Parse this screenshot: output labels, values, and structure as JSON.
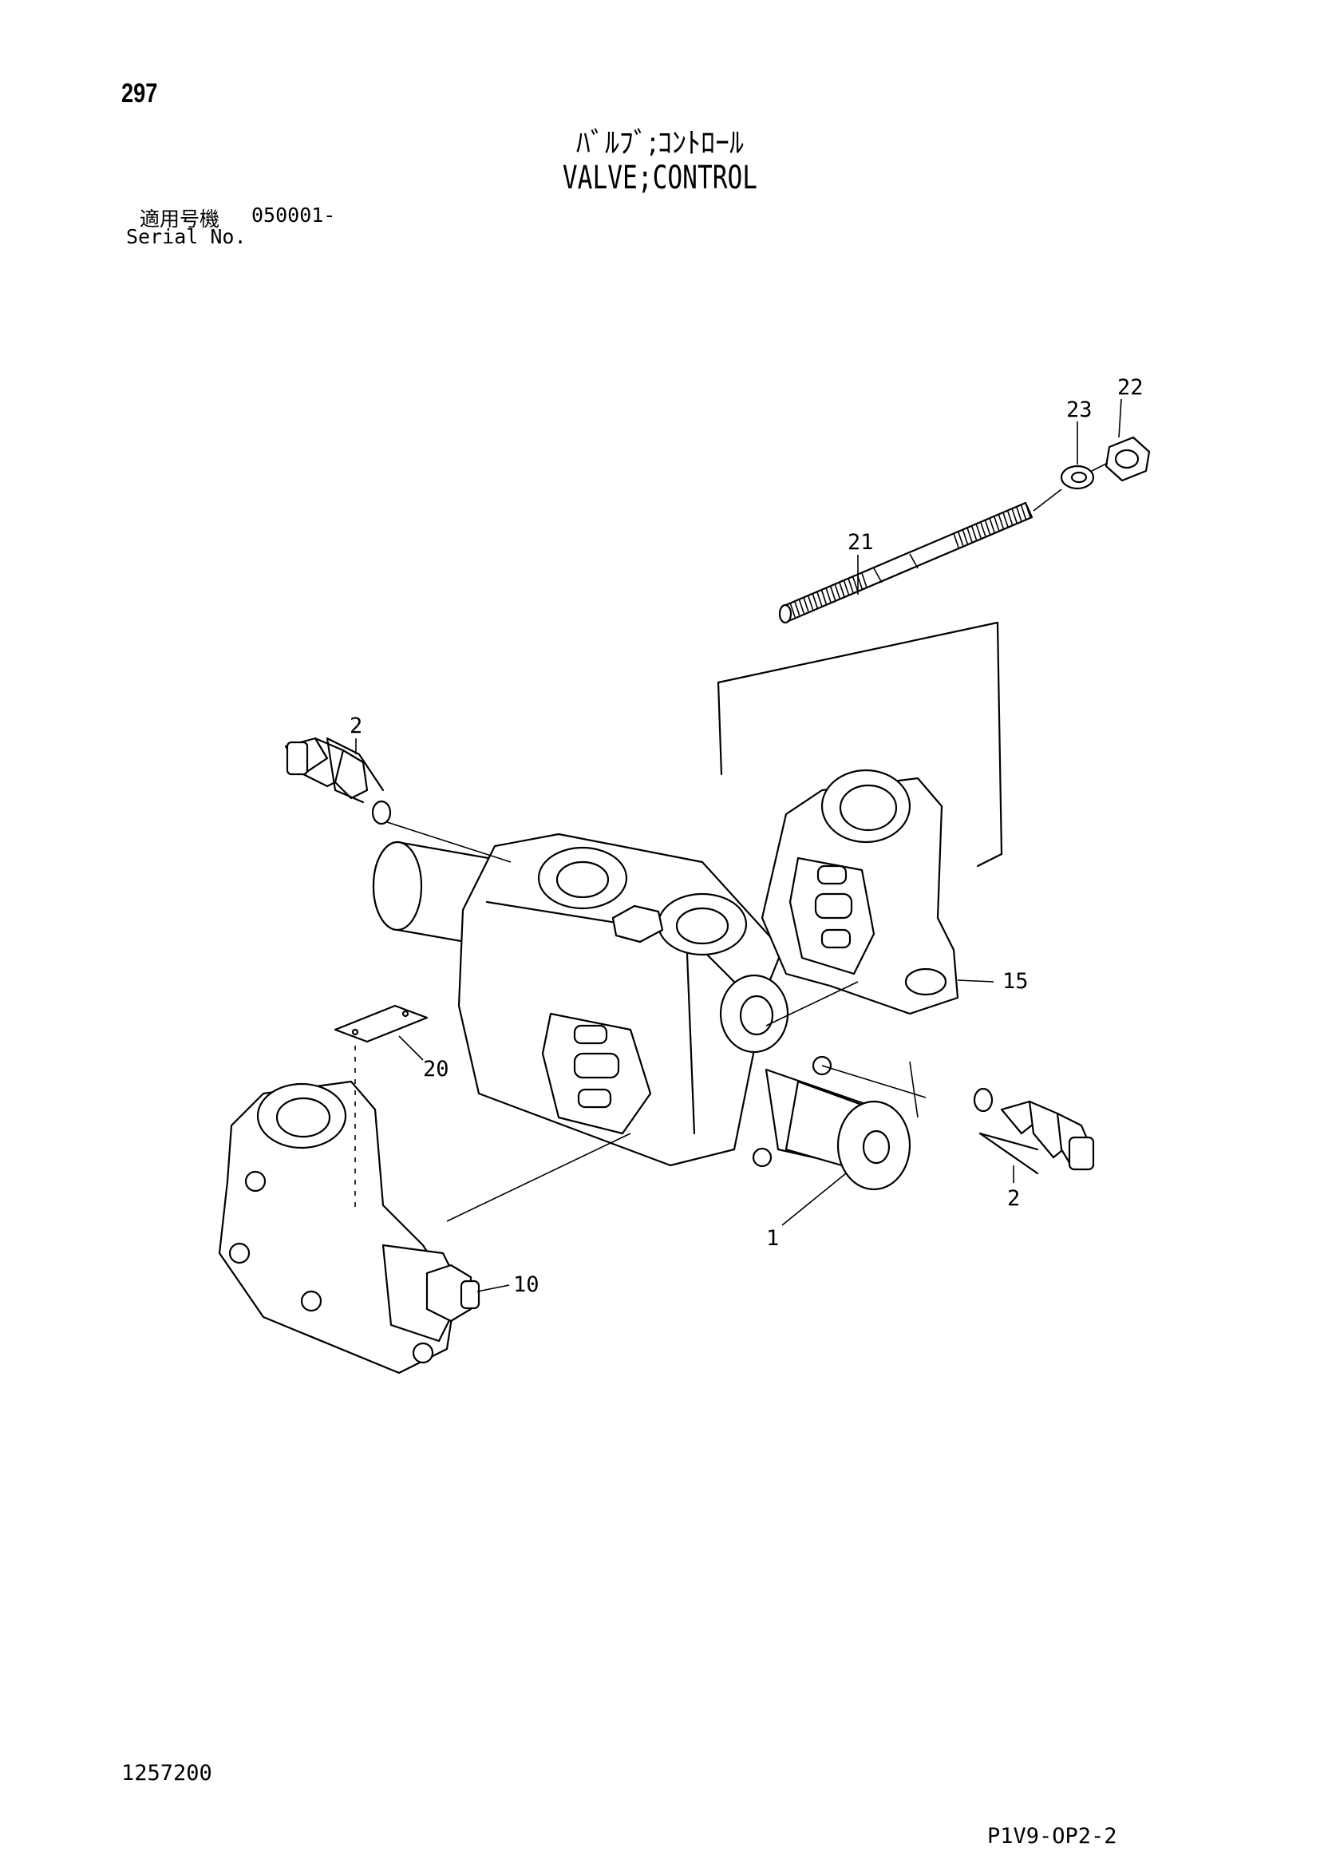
{
  "header": {
    "page_number": "297",
    "title_jp": "ﾊﾞﾙﾌﾞ;ｺﾝﾄﾛｰﾙ",
    "title_en": "VALVE;CONTROL",
    "serial_label_jp": "適用号機",
    "serial_value": "050001-",
    "serial_label_en": "Serial No."
  },
  "callouts": [
    {
      "id": "c22",
      "label": "22"
    },
    {
      "id": "c23",
      "label": "23"
    },
    {
      "id": "c21",
      "label": "21"
    },
    {
      "id": "c2a",
      "label": "2"
    },
    {
      "id": "c15",
      "label": "15"
    },
    {
      "id": "c20",
      "label": "20"
    },
    {
      "id": "c2b",
      "label": "2"
    },
    {
      "id": "c1",
      "label": "1"
    },
    {
      "id": "c10",
      "label": "10"
    }
  ],
  "footer": {
    "doc_number": "1257200",
    "page_code": "P1V9-OP2-2"
  }
}
